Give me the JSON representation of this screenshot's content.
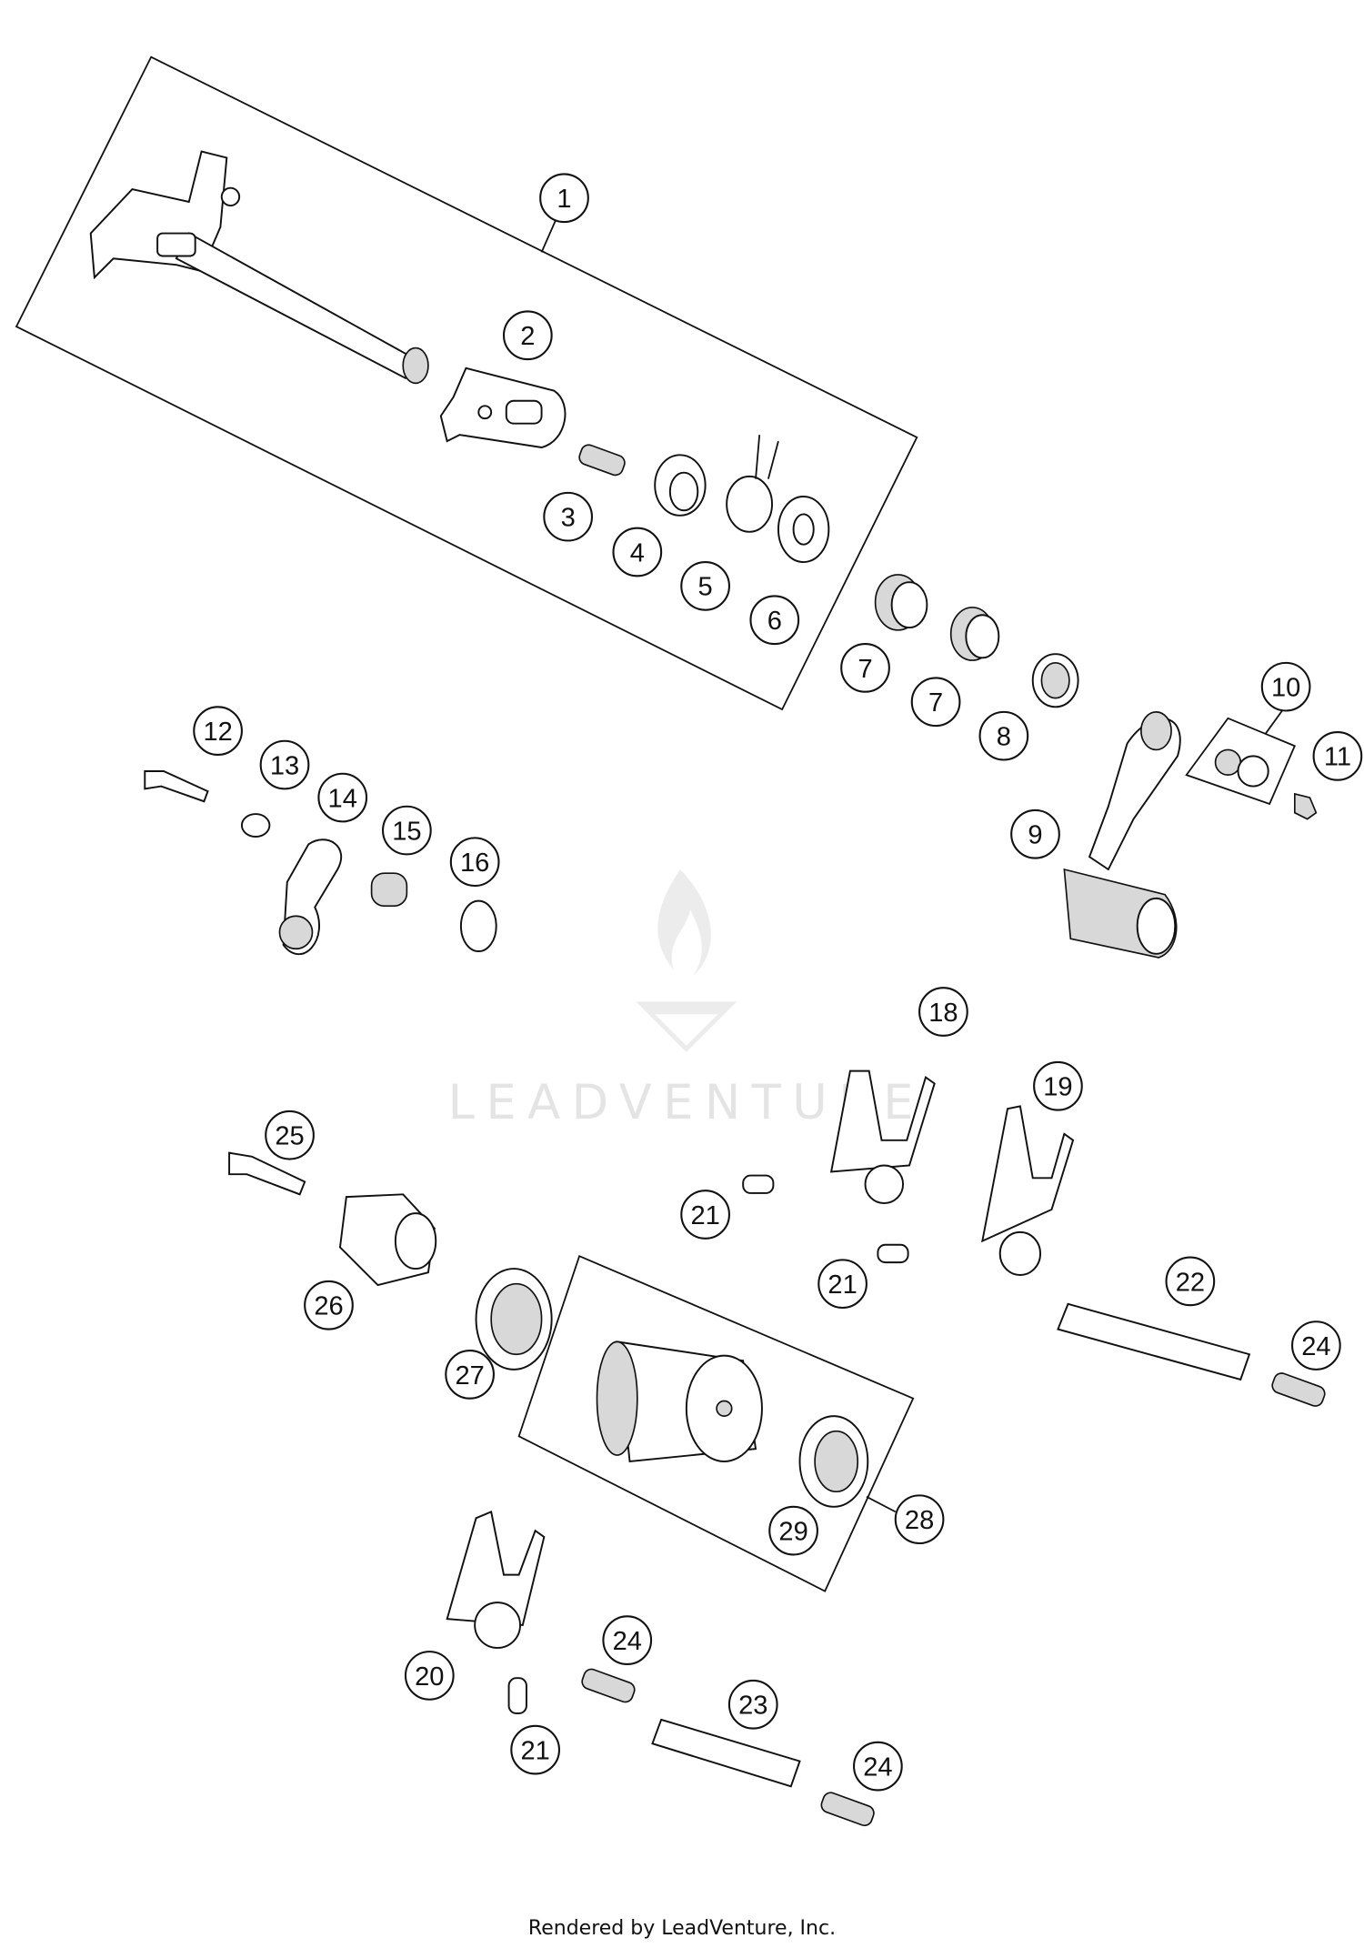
{
  "diagram": {
    "callouts": [
      "1",
      "2",
      "3",
      "4",
      "5",
      "6",
      "7",
      "7",
      "8",
      "9",
      "10",
      "11",
      "12",
      "13",
      "14",
      "15",
      "16",
      "18",
      "19",
      "21",
      "21",
      "22",
      "24",
      "25",
      "26",
      "27",
      "28",
      "29",
      "20",
      "24",
      "23",
      "21",
      "24"
    ],
    "watermark": "LEADVENTURE",
    "footer": "Rendered by LeadVenture, Inc."
  }
}
